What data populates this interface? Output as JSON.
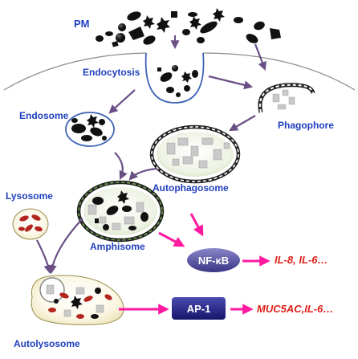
{
  "labels": {
    "pm": "PM",
    "endocytosis": "Endocytosis",
    "endosome": "Endosome",
    "phagophore": "Phagophore",
    "autophagosome": "Autophagosome",
    "lysosome": "Lysosome",
    "amphisome": "Amphisome",
    "autolysosome": "Autolysosome"
  },
  "factors": {
    "nfkb": "NF-κB",
    "ap1": "AP-1"
  },
  "outputs": {
    "nfkb_targets": "IL-8, IL-6…",
    "ap1_targets": "MUC5AC,IL-6…"
  },
  "colors": {
    "label_blue": "#1f3fbf",
    "output_red": "#e0201a",
    "arrow_magenta": "#ff1aa0",
    "arrow_purple": "#6a4f86",
    "membrane_blue": "#3f63b5"
  }
}
